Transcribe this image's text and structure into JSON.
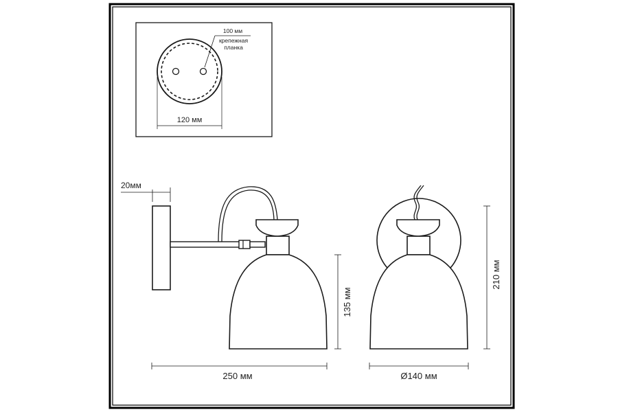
{
  "mount_detail": {
    "inner_dim": "100 мм",
    "plate_label_line1": "крепежная",
    "plate_label_line2": "планка",
    "outer_dim": "120 мм"
  },
  "side_view": {
    "wall_offset": "20мм",
    "height": "135 мм",
    "width": "250 мм"
  },
  "front_view": {
    "height": "210 мм",
    "diameter": "Ø140 мм"
  },
  "colors": {
    "line": "#1a1a1a",
    "frame": "#000000",
    "shade_fill": "#ffffff"
  }
}
